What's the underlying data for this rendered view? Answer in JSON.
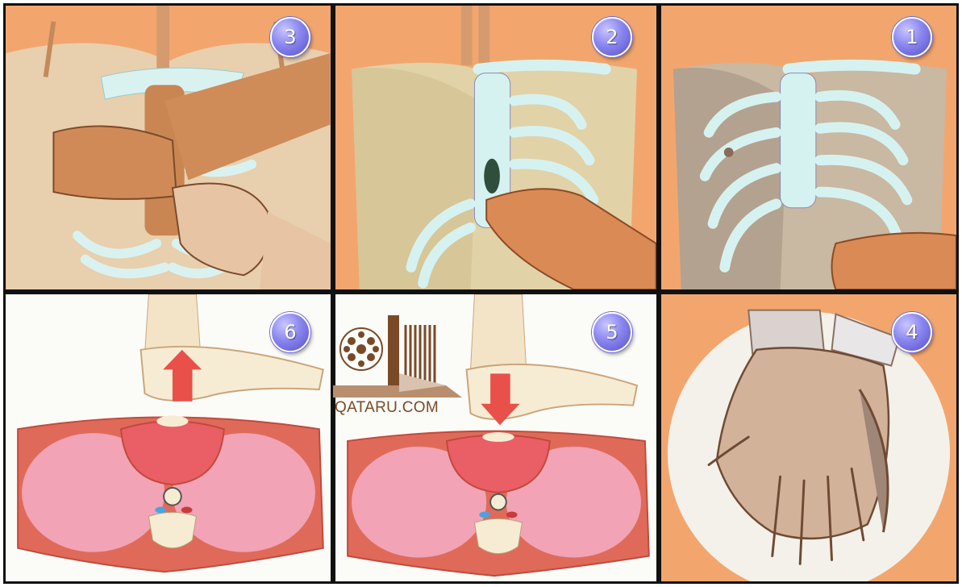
{
  "panels": [
    {
      "number": "3",
      "scene": "hand-on-sternum"
    },
    {
      "number": "2",
      "scene": "locating-sternum"
    },
    {
      "number": "1",
      "scene": "finding-rib-margin"
    },
    {
      "number": "6",
      "scene": "release-arrow-up"
    },
    {
      "number": "5",
      "scene": "compress-arrow-down"
    },
    {
      "number": "4",
      "scene": "interlocked-hands"
    }
  ],
  "watermark": {
    "text": "QATARU.COM"
  },
  "colors": {
    "panel_border": "#111111",
    "background_orange": "#f2a66e",
    "skin": "#e9c9a6",
    "bone": "#d6f2f0",
    "hand": "#d98a55",
    "badge": "#7c78e6",
    "tissue_red": "#e06a5a",
    "lung_pink": "#f2a3b5",
    "arrow_red": "#e9504a",
    "logo_brown": "#7a4a28"
  }
}
